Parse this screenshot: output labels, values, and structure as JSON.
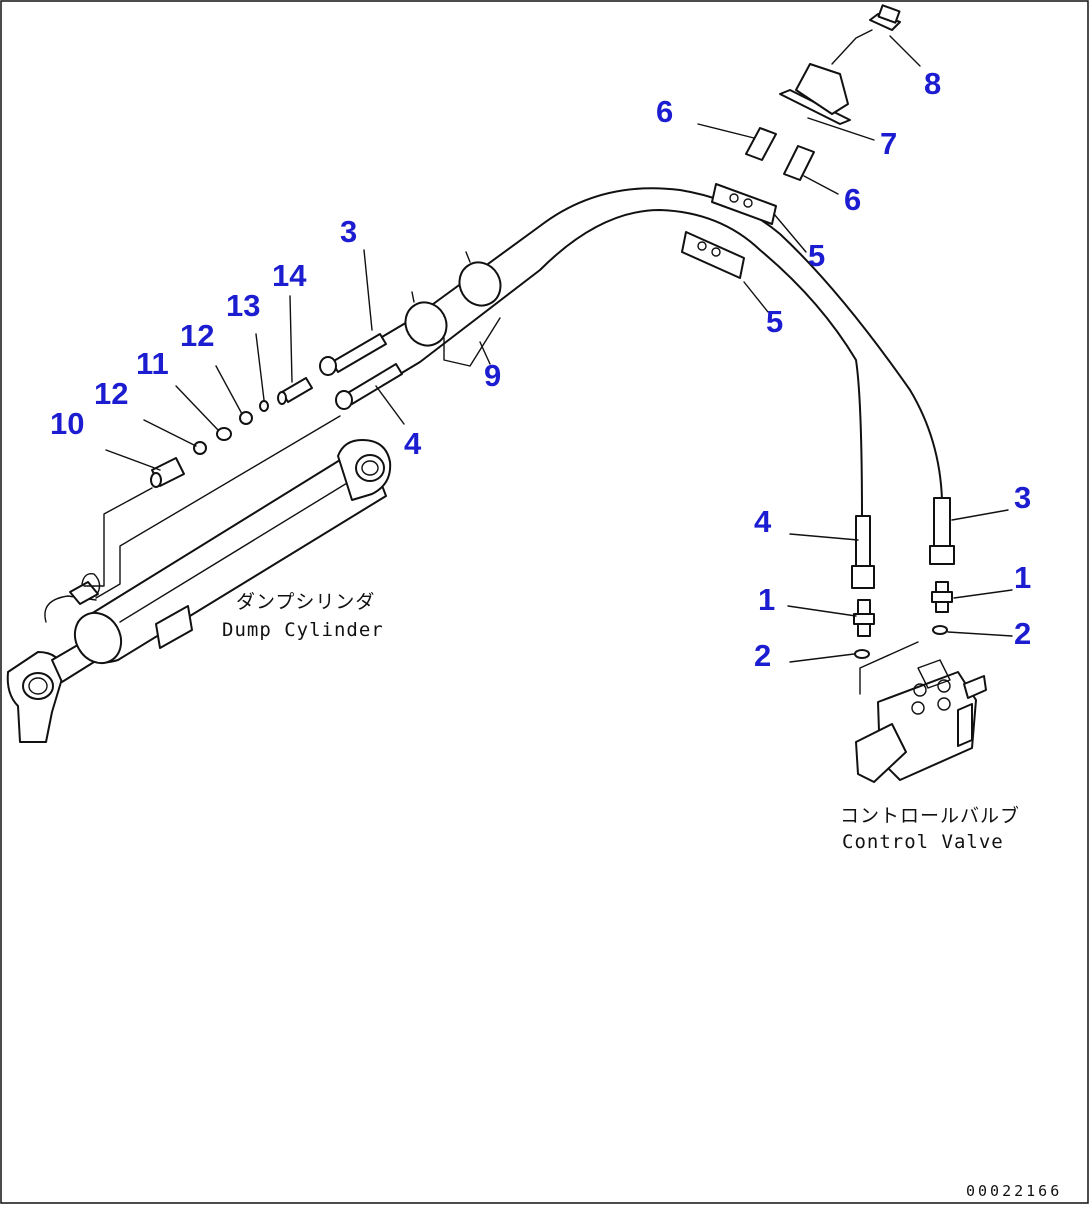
{
  "diagram": {
    "part_labels": {
      "p1a": "1",
      "p1b": "1",
      "p2a": "2",
      "p2b": "2",
      "p3a": "3",
      "p3b": "3",
      "p4a": "4",
      "p4b": "4",
      "p5a": "5",
      "p5b": "5",
      "p6a": "6",
      "p6b": "6",
      "p7": "7",
      "p8": "8",
      "p9": "9",
      "p10": "10",
      "p11": "11",
      "p12a": "12",
      "p12b": "12",
      "p13": "13",
      "p14": "14"
    },
    "captions": {
      "dump_cylinder_jp": "ダンプシリンダ",
      "dump_cylinder_en": "Dump Cylinder",
      "control_valve_jp": "コントロールバルブ",
      "control_valve_en": "Control Valve"
    },
    "drawing_code": "00022166",
    "colors": {
      "label": "#1c1cd0",
      "line": "#111111",
      "background": "#ffffff"
    }
  }
}
